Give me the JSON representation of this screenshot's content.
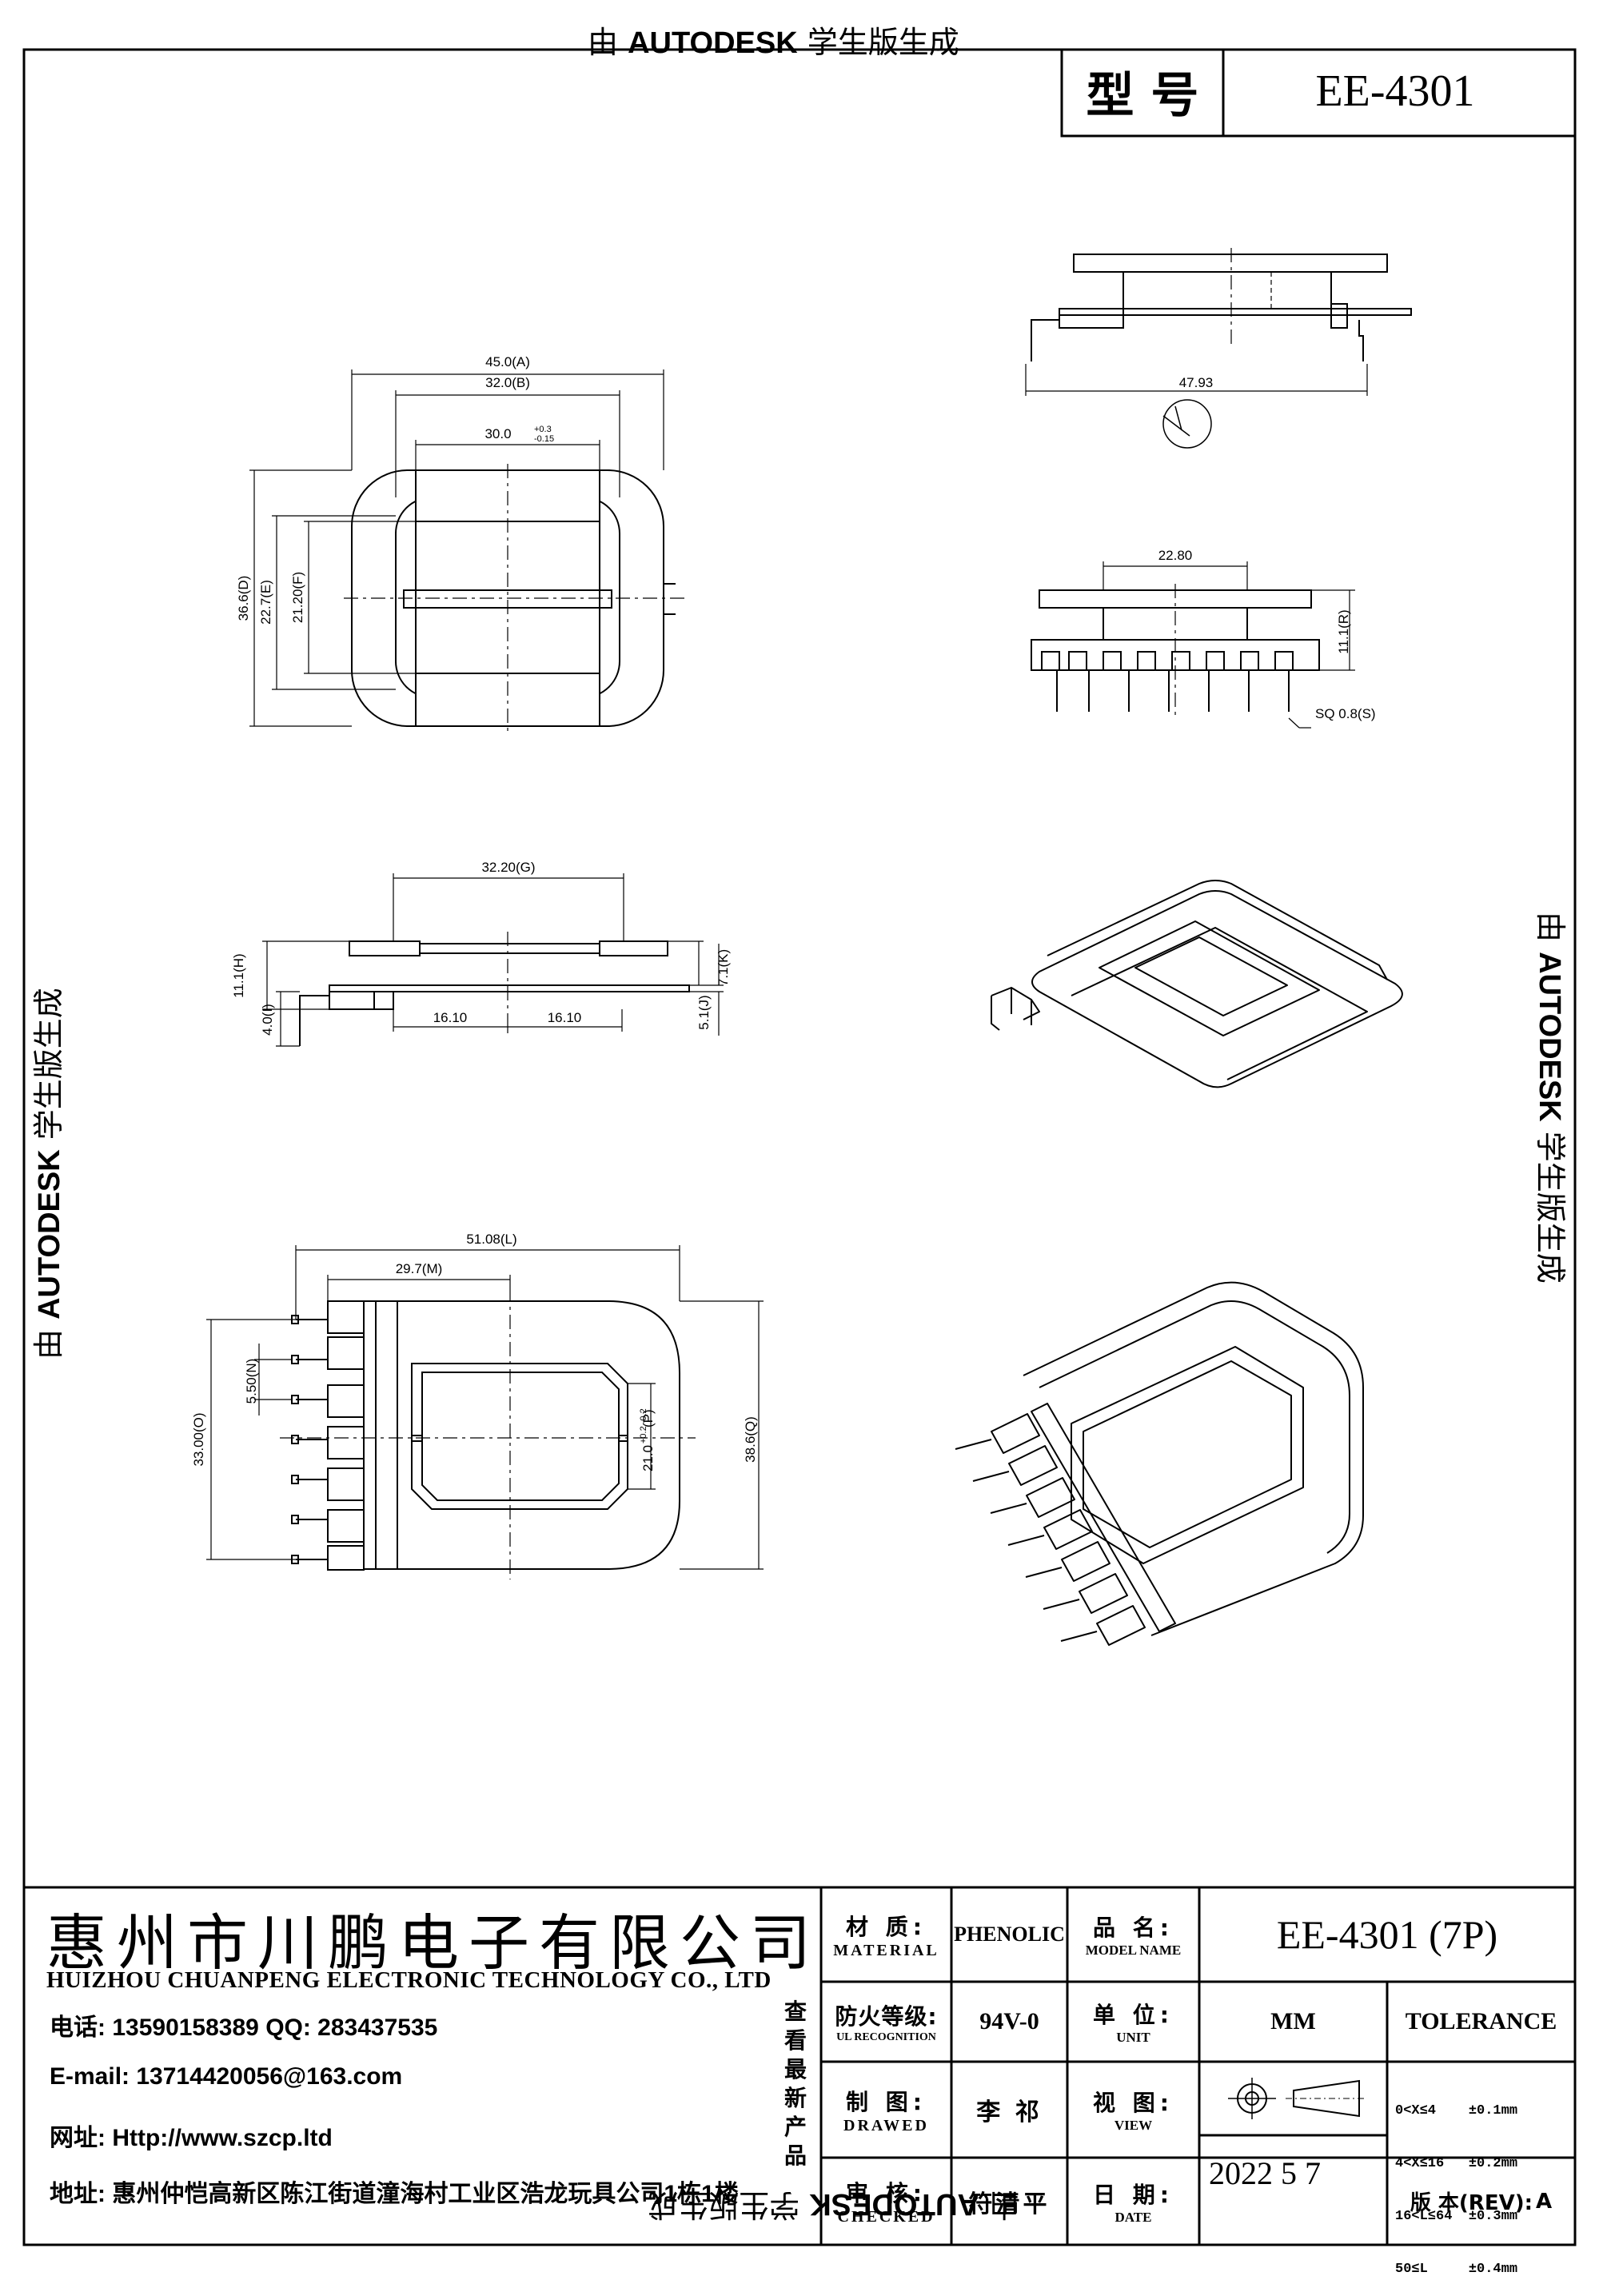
{
  "watermark": {
    "brand": "AUTODESK",
    "prefix": "由",
    "suffix": "学生版生成"
  },
  "header": {
    "model_label": "型 号",
    "model_value": "EE-4301"
  },
  "dimensions": {
    "a": "45.0(A)",
    "b": "32.0(B)",
    "c_base": "30.0",
    "c_tol_plus": "+0.3",
    "c_tol_minus": "-0.15",
    "d": "36.6(D)",
    "e": "22.7(E)",
    "f": "21.20(F)",
    "overall_width": "47.93",
    "width_2280": "22.80",
    "r": "11.1(R)",
    "s": "SQ 0.8(S)",
    "g": "32.20(G)",
    "h": "11.1(H)",
    "i": "4.0(I)",
    "j": "5.1(J)",
    "k": "7.1(K)",
    "left_1610": "16.10",
    "right_1610": "16.10",
    "l": "51.08(L)",
    "m": "29.7(M)",
    "n": "5.50(N)",
    "o": "33.00(O)",
    "p_base": "21.0",
    "p_tol": "+0.2 -0.2",
    "p_suffix": "(P)",
    "q": "38.6(Q)"
  },
  "company": {
    "name_cn": "惠州市川鹏电子有限公司",
    "name_en": "HUIZHOU CHUANPENG ELECTRONIC TECHNOLOGY CO., LTD",
    "phone": "电话: 13590158389  QQ: 283437535",
    "email": "E-mail: 13714420056@163.com",
    "web": "网址: Http://www.szcp.ltd",
    "address": "地址: 惠州仲恺高新区陈江街道潼海村工业区浩龙玩具公司1栋1楼",
    "side_note": [
      "查",
      "看",
      "最",
      "新",
      "产",
      "品"
    ]
  },
  "title_block": {
    "material_label": "材 质:",
    "material_label_en": "MATERIAL",
    "material_value": "PHENOLIC",
    "fire_label": "防火等级:",
    "fire_label_en": "UL RECOGNITION",
    "fire_value": "94V-0",
    "drawn_label": "制 图:",
    "drawn_label_en": "DRAWED",
    "drawn_value": "李 祁",
    "checked_label": "审 核:",
    "checked_label_en": "CHECKED",
    "checked_value": "符清平",
    "model_label": "品 名:",
    "model_label_en": "MODEL NAME",
    "model_value": "EE-4301 (7P)",
    "unit_label": "单 位:",
    "unit_label_en": "UNIT",
    "unit_value": "MM",
    "tolerance_label": "TOLERANCE",
    "view_label": "视 图:",
    "view_label_en": "VIEW",
    "tolerance_rows": [
      "0<X≤4    ±0.1mm",
      "4<X≤16   ±0.2mm",
      "16<L≤64  ±0.3mm",
      "50≤L     ±0.4mm"
    ],
    "date_label": "日 期:",
    "date_label_en": "DATE",
    "date_value": "2022 5 7",
    "rev_label": "版 本(REV):",
    "rev_value": "A"
  }
}
